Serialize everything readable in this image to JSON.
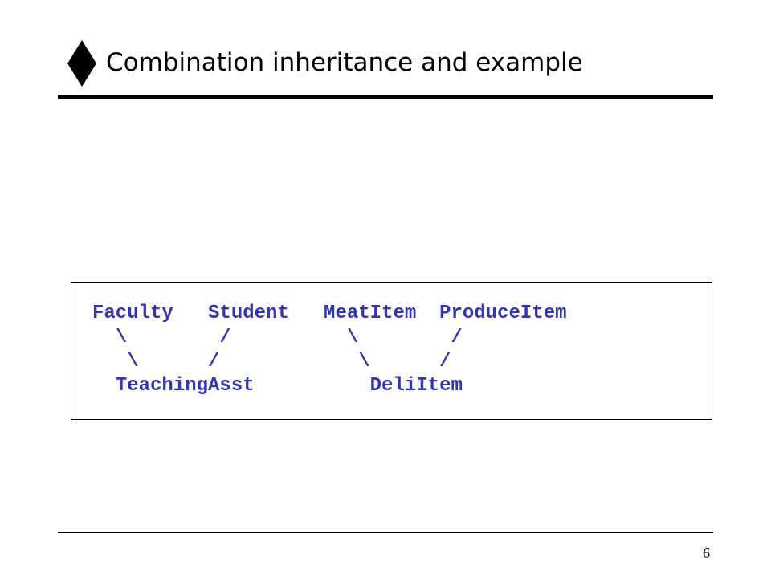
{
  "slide": {
    "title": "Combination inheritance and example",
    "bullet_icon": "diamond-icon",
    "page_number": "6"
  },
  "diagram": {
    "lines": [
      "Faculty   Student   MeatItem  ProduceItem",
      "  \\        /          \\        /",
      "   \\      /            \\      /",
      "  TeachingAsst          DeliItem"
    ]
  },
  "colors": {
    "code_text": "#3333b3",
    "text": "#000000",
    "background": "#ffffff"
  }
}
